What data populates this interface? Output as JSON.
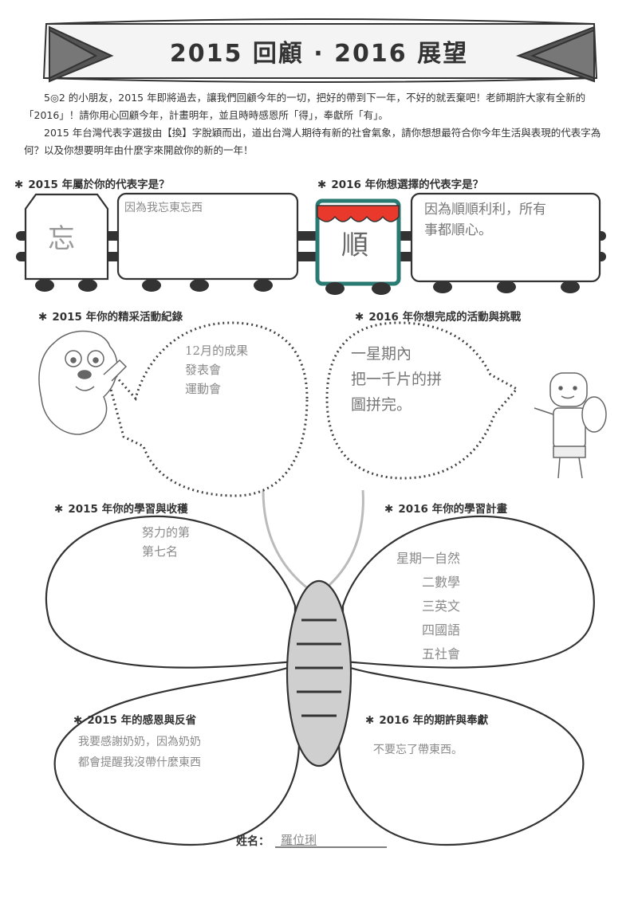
{
  "title": "2015 回顧 · 2016 展望",
  "intro": [
    "5◎2 的小朋友，2015 年即將過去，讓我們回顧今年的一切，把好的帶到下一年，不好的就丟棄吧！老師期許大家有全新的「2016」！請你用心回顧今年，計畫明年，並且時時感恩所「得」，奉獻所「有」。",
    "2015 年台灣代表字選拔由【換】字脫穎而出，道出台灣人期待有新的社會氣象，請你想想最符合你今年生活與表現的代表字為何？以及你想要明年由什麼字來開啟你的新的一年！"
  ],
  "sections": {
    "word2015": "2015 年屬於你的代表字是？",
    "word2016": "2016 年你想選擇的代表字是？",
    "activity2015": "2015 年你的精采活動紀錄",
    "challenge2016": "2016 年你想完成的活動與挑戰",
    "learning2015": "2015 年你的學習與收穫",
    "plan2016": "2016 年你的學習計畫",
    "thanks2015": "2015 年的感恩與反省",
    "hope2016": "2016 年的期許與奉獻"
  },
  "star_glyph": "✱",
  "answers": {
    "char2015": "忘",
    "reason2015": "因為我忘東忘西",
    "char2016": "順",
    "reason2016": "因為順順利利，所有\n事都順心。",
    "activity2015": "12月的成果\n發表會\n運動會",
    "challenge2016": "一星期內\n把一千片的拼\n圖拼完。",
    "learning2015": "努力的第\n第七名",
    "plan2016": "星期一自然\n二數學\n三英文\n四國語\n五社會",
    "thanks2015": "我要感謝奶奶，因為奶奶\n都會提醒我沒帶什麼東西",
    "hope2016": "不要忘了帶東西。"
  },
  "name": {
    "label": "姓名：",
    "value": "羅位琍"
  },
  "colors": {
    "awning": "#e8392c",
    "frame": "#2a7a74",
    "body": "#cfcfcf"
  }
}
